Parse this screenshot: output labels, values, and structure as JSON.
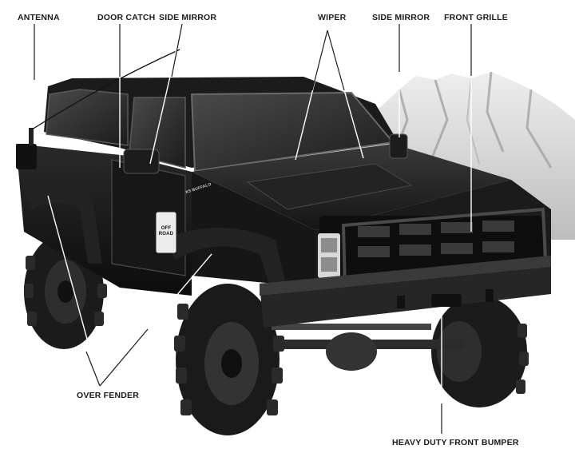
{
  "labels": {
    "antenna": "ANTENNA",
    "door_catch": "DOOR CATCH",
    "side_mirror_left": "SIDE MIRROR",
    "wiper": "WIPER",
    "side_mirror_right": "SIDE MIRROR",
    "front_grille": "FRONT GRILLE",
    "over_fender": "OVER FENDER",
    "heavy_duty_front_bumper": "HEAVY DUTY FRONT BUMPER"
  },
  "decals": {
    "door_badge": "OFF ROAD",
    "cowl_badge": "K5 BUFFALO"
  },
  "colors": {
    "body": "#141414",
    "leader": "#ffffff",
    "mountain": "#cfcfcf"
  }
}
